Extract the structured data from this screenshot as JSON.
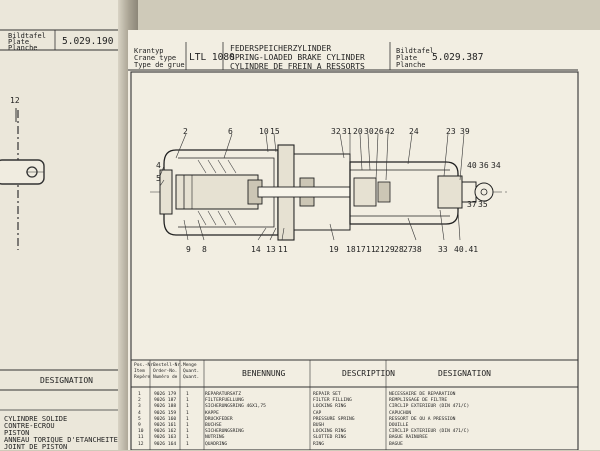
{
  "left_page": {
    "header": {
      "label_de": "Bildtafel",
      "label_en": "Plate",
      "label_fr": "Planche",
      "plate_number": "5.029.190"
    },
    "callout": "12",
    "designation_header": "DESIGNATION",
    "items": [
      "CYLINDRE SOLIDE",
      "CONTRE-ECROU",
      "PISTON",
      "ANNEAU TORIQUE D'ETANCHEITE",
      "JOINT DE PISTON"
    ]
  },
  "right_page": {
    "header": {
      "crane_type_de": "Krantyp",
      "crane_type_en": "Crane type",
      "crane_type_fr": "Type de grue",
      "crane_model": "LTL 1080",
      "title_de": "FEDERSPEICHERZYLINDER",
      "title_en": "SPRING-LOADED BRAKE CYLINDER",
      "title_fr": "CYLINDRE DE FREIN A RESSORTS",
      "plate_label_de": "Bildtafel",
      "plate_label_en": "Plate",
      "plate_label_fr": "Planche",
      "plate_number": "5.029.387"
    },
    "callouts_top": [
      "2",
      "6",
      "10",
      "15",
      "32",
      "31",
      "20",
      "30",
      "26",
      "42",
      "24",
      "23",
      "39"
    ],
    "callouts_left": [
      "4",
      "5"
    ],
    "callouts_right": [
      "40",
      "36",
      "34",
      "37",
      "35"
    ],
    "callouts_bottom": [
      "9",
      "8",
      "14",
      "13",
      "11",
      "19",
      "18",
      "17",
      "11",
      "21",
      "29",
      "28",
      "27",
      "38",
      "33",
      "40.41"
    ],
    "table": {
      "col_pos": [
        "Pos.-Nr.",
        "Item",
        "Repère"
      ],
      "col_part": [
        "Bestell-Nr.",
        "Order-No.",
        "Numéro de"
      ],
      "col_qty": [
        "Menge",
        "Quant.",
        "Quant."
      ],
      "col_de": "BENENNUNG",
      "col_en": "DESCRIPTION",
      "col_fr": "DESIGNATION",
      "rows": [
        {
          "pos": "1",
          "part": "9026 179",
          "qty": "1",
          "de": "REPARATURSATZ",
          "en": "REPAIR SET",
          "fr": "NECESSAIRE DE REPARATION"
        },
        {
          "pos": "2",
          "part": "9026 187",
          "qty": "1",
          "de": "FILTERFUELLUNG",
          "en": "FILTER FILLING",
          "fr": "REMPLISSAGE DE FILTRE"
        },
        {
          "pos": "3",
          "part": "9026 188",
          "qty": "1",
          "de": "SICHERUNGSRING 46X1,75",
          "en": "LOCKING RING",
          "fr": "CIRCLIP EXTERIEUR (DIN 471/C)"
        },
        {
          "pos": "4",
          "part": "9026 159",
          "qty": "1",
          "de": "KAPPE",
          "en": "CAP",
          "fr": "CAPUCHON"
        },
        {
          "pos": "5",
          "part": "9026 160",
          "qty": "1",
          "de": "DRUCKFEDER",
          "en": "PRESSURE SPRING",
          "fr": "RESSORT DE OU A PRESSION"
        },
        {
          "pos": "9",
          "part": "9026 161",
          "qty": "1",
          "de": "BUCHSE",
          "en": "BUSH",
          "fr": "DOUILLE"
        },
        {
          "pos": "10",
          "part": "9026 162",
          "qty": "1",
          "de": "SICHERUNGSRING",
          "en": "LOCKING RING",
          "fr": "CIRCLIP EXTERIEUR (DIN 471/C)"
        },
        {
          "pos": "11",
          "part": "9026 163",
          "qty": "1",
          "de": "NUTRING",
          "en": "SLOTTED RING",
          "fr": "BAGUE RAINUREE"
        },
        {
          "pos": "12",
          "part": "9026 164",
          "qty": "1",
          "de": "QUADRING",
          "en": "RING",
          "fr": "BAGUE"
        }
      ]
    }
  }
}
